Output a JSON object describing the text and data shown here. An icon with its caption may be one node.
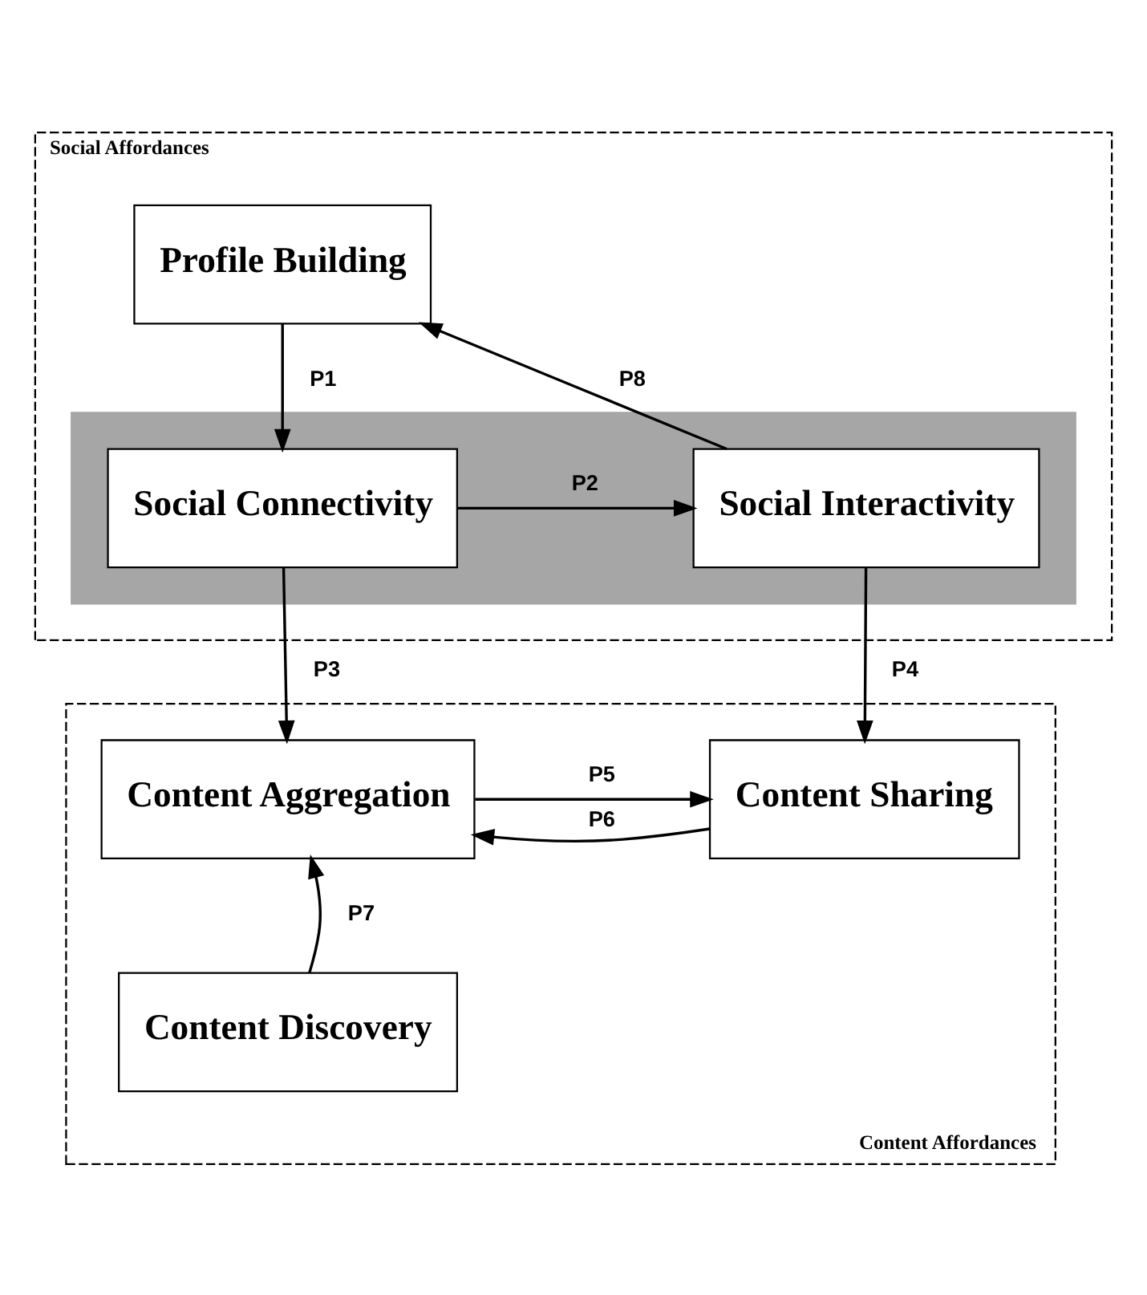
{
  "diagram": {
    "nodes": [
      {
        "text": [
          "Social Affordances"
        ]
      },
      {
        "text": [
          "Profile Building"
        ],
        "in": 0
      },
      {
        "text": [],
        "shape": "box",
        "in": 0
      },
      {
        "text": [
          "Social Connectivity"
        ],
        "in": 2
      },
      {
        "text": [
          "Social Interactivity"
        ],
        "in": 2
      },
      {
        "text": [
          "Content Affordances"
        ]
      },
      {
        "text": [
          "Content Aggregation"
        ],
        "in": 5
      },
      {
        "text": [
          "Content Sharing"
        ],
        "in": 5
      },
      {
        "text": [
          "Content Discovery"
        ],
        "in": 5
      }
    ],
    "edges": [
      {
        "from": 1,
        "to": 3,
        "arrow": "to",
        "label": "P1"
      },
      {
        "from": 3,
        "to": 4,
        "arrow": "to",
        "label": "P2"
      },
      {
        "from": 3,
        "to": 6,
        "arrow": "to",
        "label": "P3"
      },
      {
        "from": 4,
        "to": 7,
        "arrow": "to",
        "label": "P4"
      },
      {
        "from": 6,
        "to": 7,
        "arrow": "to",
        "label": "P5"
      },
      {
        "from": 7,
        "to": 6,
        "arrow": "to",
        "label": "P6"
      },
      {
        "from": 8,
        "to": 6,
        "arrow": "to",
        "label": "P7"
      },
      {
        "from": 4,
        "to": 1,
        "arrow": "to",
        "label": "P8"
      }
    ]
  }
}
